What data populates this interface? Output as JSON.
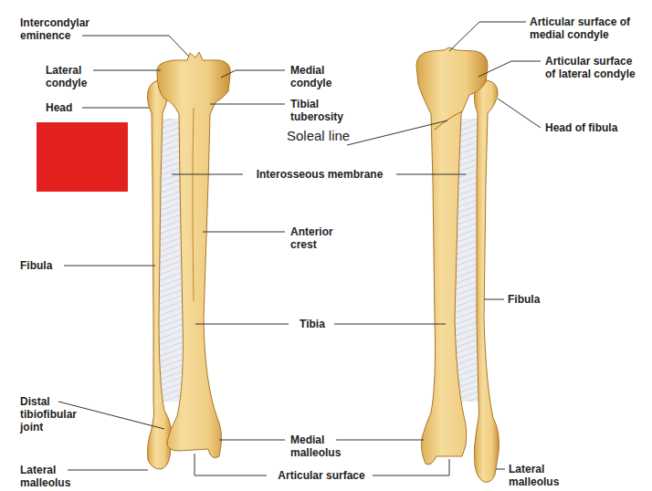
{
  "diagram": {
    "labels": [
      "Intercondylar eminence",
      "Lateral condyle",
      "Head",
      "Medial condyle",
      "Tibial tuberosity",
      "Soleal line",
      "Interosseous membrane",
      "Anterior crest",
      "Fibula",
      "Tibia",
      "Fibula",
      "Distal tibiofibular joint",
      "Lateral malleolus",
      "Medial malleolus",
      "Articular surface",
      "Articular surface of medial condyle",
      "Articular surface of lateral condyle",
      "Head of fibula",
      "Lateral malleolus"
    ]
  }
}
